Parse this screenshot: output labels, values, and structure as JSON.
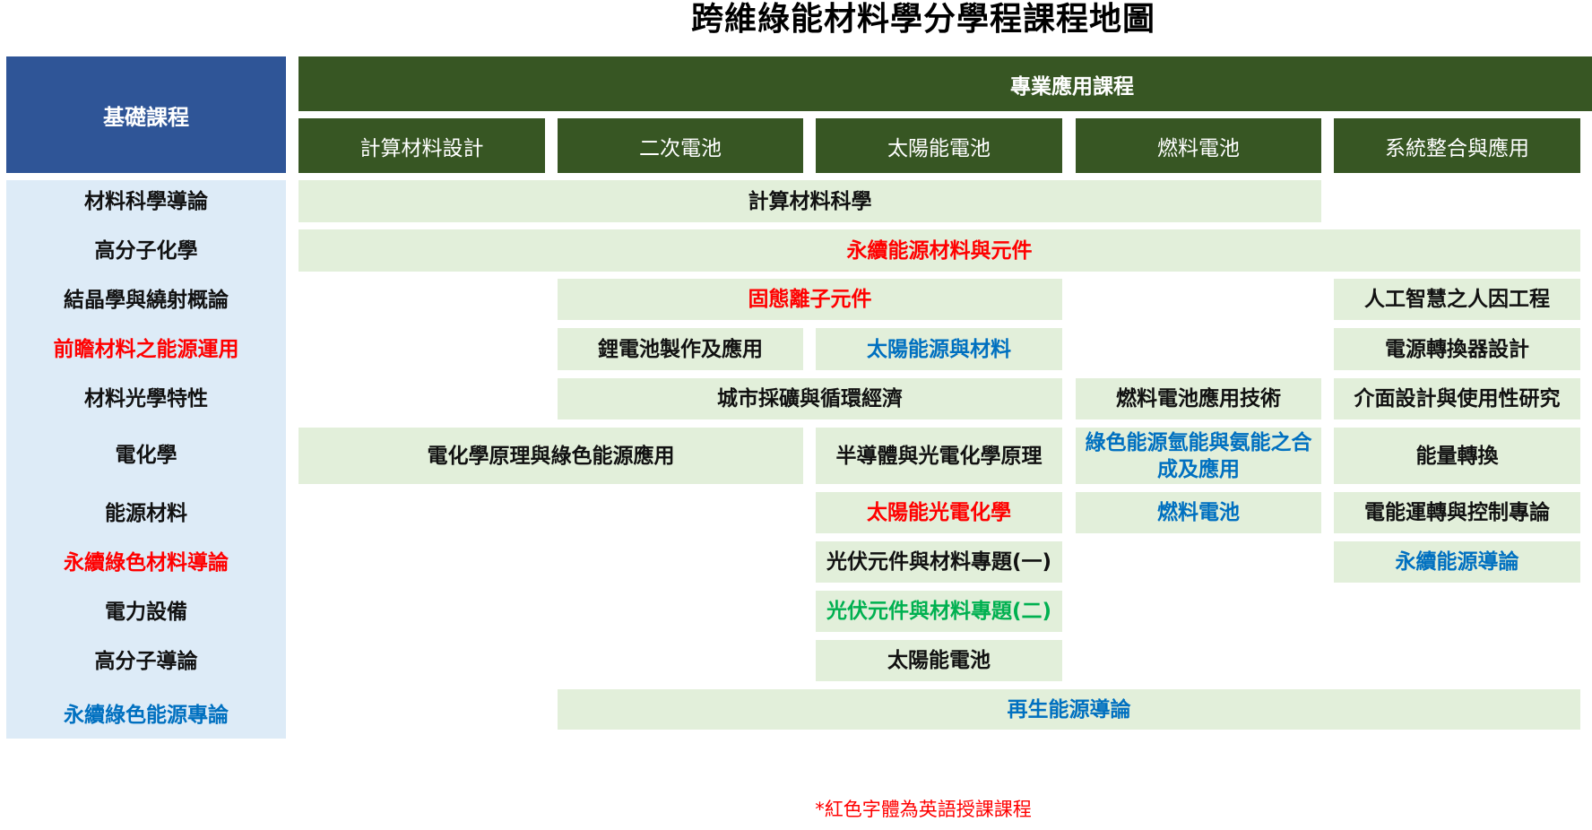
{
  "title": "跨維綠能材料學分學程課程地圖",
  "base": {
    "header": "基礎課程",
    "items": [
      {
        "label": "材料科學導論",
        "color": "black"
      },
      {
        "label": "高分子化學",
        "color": "black"
      },
      {
        "label": "結晶學與繞射概論",
        "color": "black"
      },
      {
        "label": "前瞻材料之能源運用",
        "color": "red"
      },
      {
        "label": "材料光學特性",
        "color": "black"
      },
      {
        "label": "電化學",
        "color": "black"
      },
      {
        "label": "能源材料",
        "color": "black"
      },
      {
        "label": "永續綠色材料導論",
        "color": "red"
      },
      {
        "label": "電力設備",
        "color": "black"
      },
      {
        "label": "高分子導論",
        "color": "black"
      },
      {
        "label": "永續綠色能源專論",
        "color": "blue"
      }
    ]
  },
  "specialty": {
    "header": "專業應用課程",
    "columns": [
      "計算材料設計",
      "二次電池",
      "太陽能電池",
      "燃料電池",
      "系統整合與應用"
    ],
    "courses": [
      {
        "label": "計算材料科學",
        "color": "black",
        "cols": "1-4",
        "row": 1
      },
      {
        "label": "永續能源材料與元件",
        "color": "red",
        "cols": "1-5",
        "row": 2
      },
      {
        "label": "固態離子元件",
        "color": "red",
        "cols": "2-3",
        "row": 3
      },
      {
        "label": "人工智慧之人因工程",
        "color": "black",
        "cols": "5",
        "row": 3
      },
      {
        "label": "鋰電池製作及應用",
        "color": "black",
        "cols": "2",
        "row": 4
      },
      {
        "label": "太陽能源與材料",
        "color": "blue",
        "cols": "3",
        "row": 4
      },
      {
        "label": "電源轉換器設計",
        "color": "black",
        "cols": "5",
        "row": 4
      },
      {
        "label": "城市採礦與循環經濟",
        "color": "black",
        "cols": "2-3",
        "row": 5
      },
      {
        "label": "燃料電池應用技術",
        "color": "black",
        "cols": "4",
        "row": 5
      },
      {
        "label": "介面設計與使用性研究",
        "color": "black",
        "cols": "5",
        "row": 5
      },
      {
        "label": "電化學原理與綠色能源應用",
        "color": "black",
        "cols": "1-2",
        "row": 6
      },
      {
        "label": "半導體與光電化學原理",
        "color": "black",
        "cols": "3",
        "row": 6
      },
      {
        "label": "綠色能源氫能與氨能之合成及應用",
        "color": "blue",
        "cols": "4",
        "row": 6
      },
      {
        "label": "能量轉換",
        "color": "black",
        "cols": "5",
        "row": 6
      },
      {
        "label": "太陽能光電化學",
        "color": "red",
        "cols": "3",
        "row": 7
      },
      {
        "label": "燃料電池",
        "color": "blue",
        "cols": "4",
        "row": 7
      },
      {
        "label": "電能運轉與控制專論",
        "color": "black",
        "cols": "5",
        "row": 7
      },
      {
        "label": "光伏元件與材料專題(一)",
        "color": "black",
        "cols": "3",
        "row": 8
      },
      {
        "label": "永續能源導論",
        "color": "blue",
        "cols": "5",
        "row": 8
      },
      {
        "label": "光伏元件與材料專題(二)",
        "color": "green",
        "cols": "3",
        "row": 9
      },
      {
        "label": "太陽能電池",
        "color": "black",
        "cols": "3",
        "row": 10
      },
      {
        "label": "再生能源導論",
        "color": "blue",
        "cols": "2-5",
        "row": 11
      }
    ]
  },
  "footnote": "*紅色字體為英語授課課程",
  "colors": {
    "base_header": "#2F5597",
    "base_column": "#DDEBF7",
    "specialty_header": "#375623",
    "course_cell": "#E2EFDA",
    "red": "#FF0000",
    "blue": "#0070C0",
    "green": "#00B050"
  }
}
